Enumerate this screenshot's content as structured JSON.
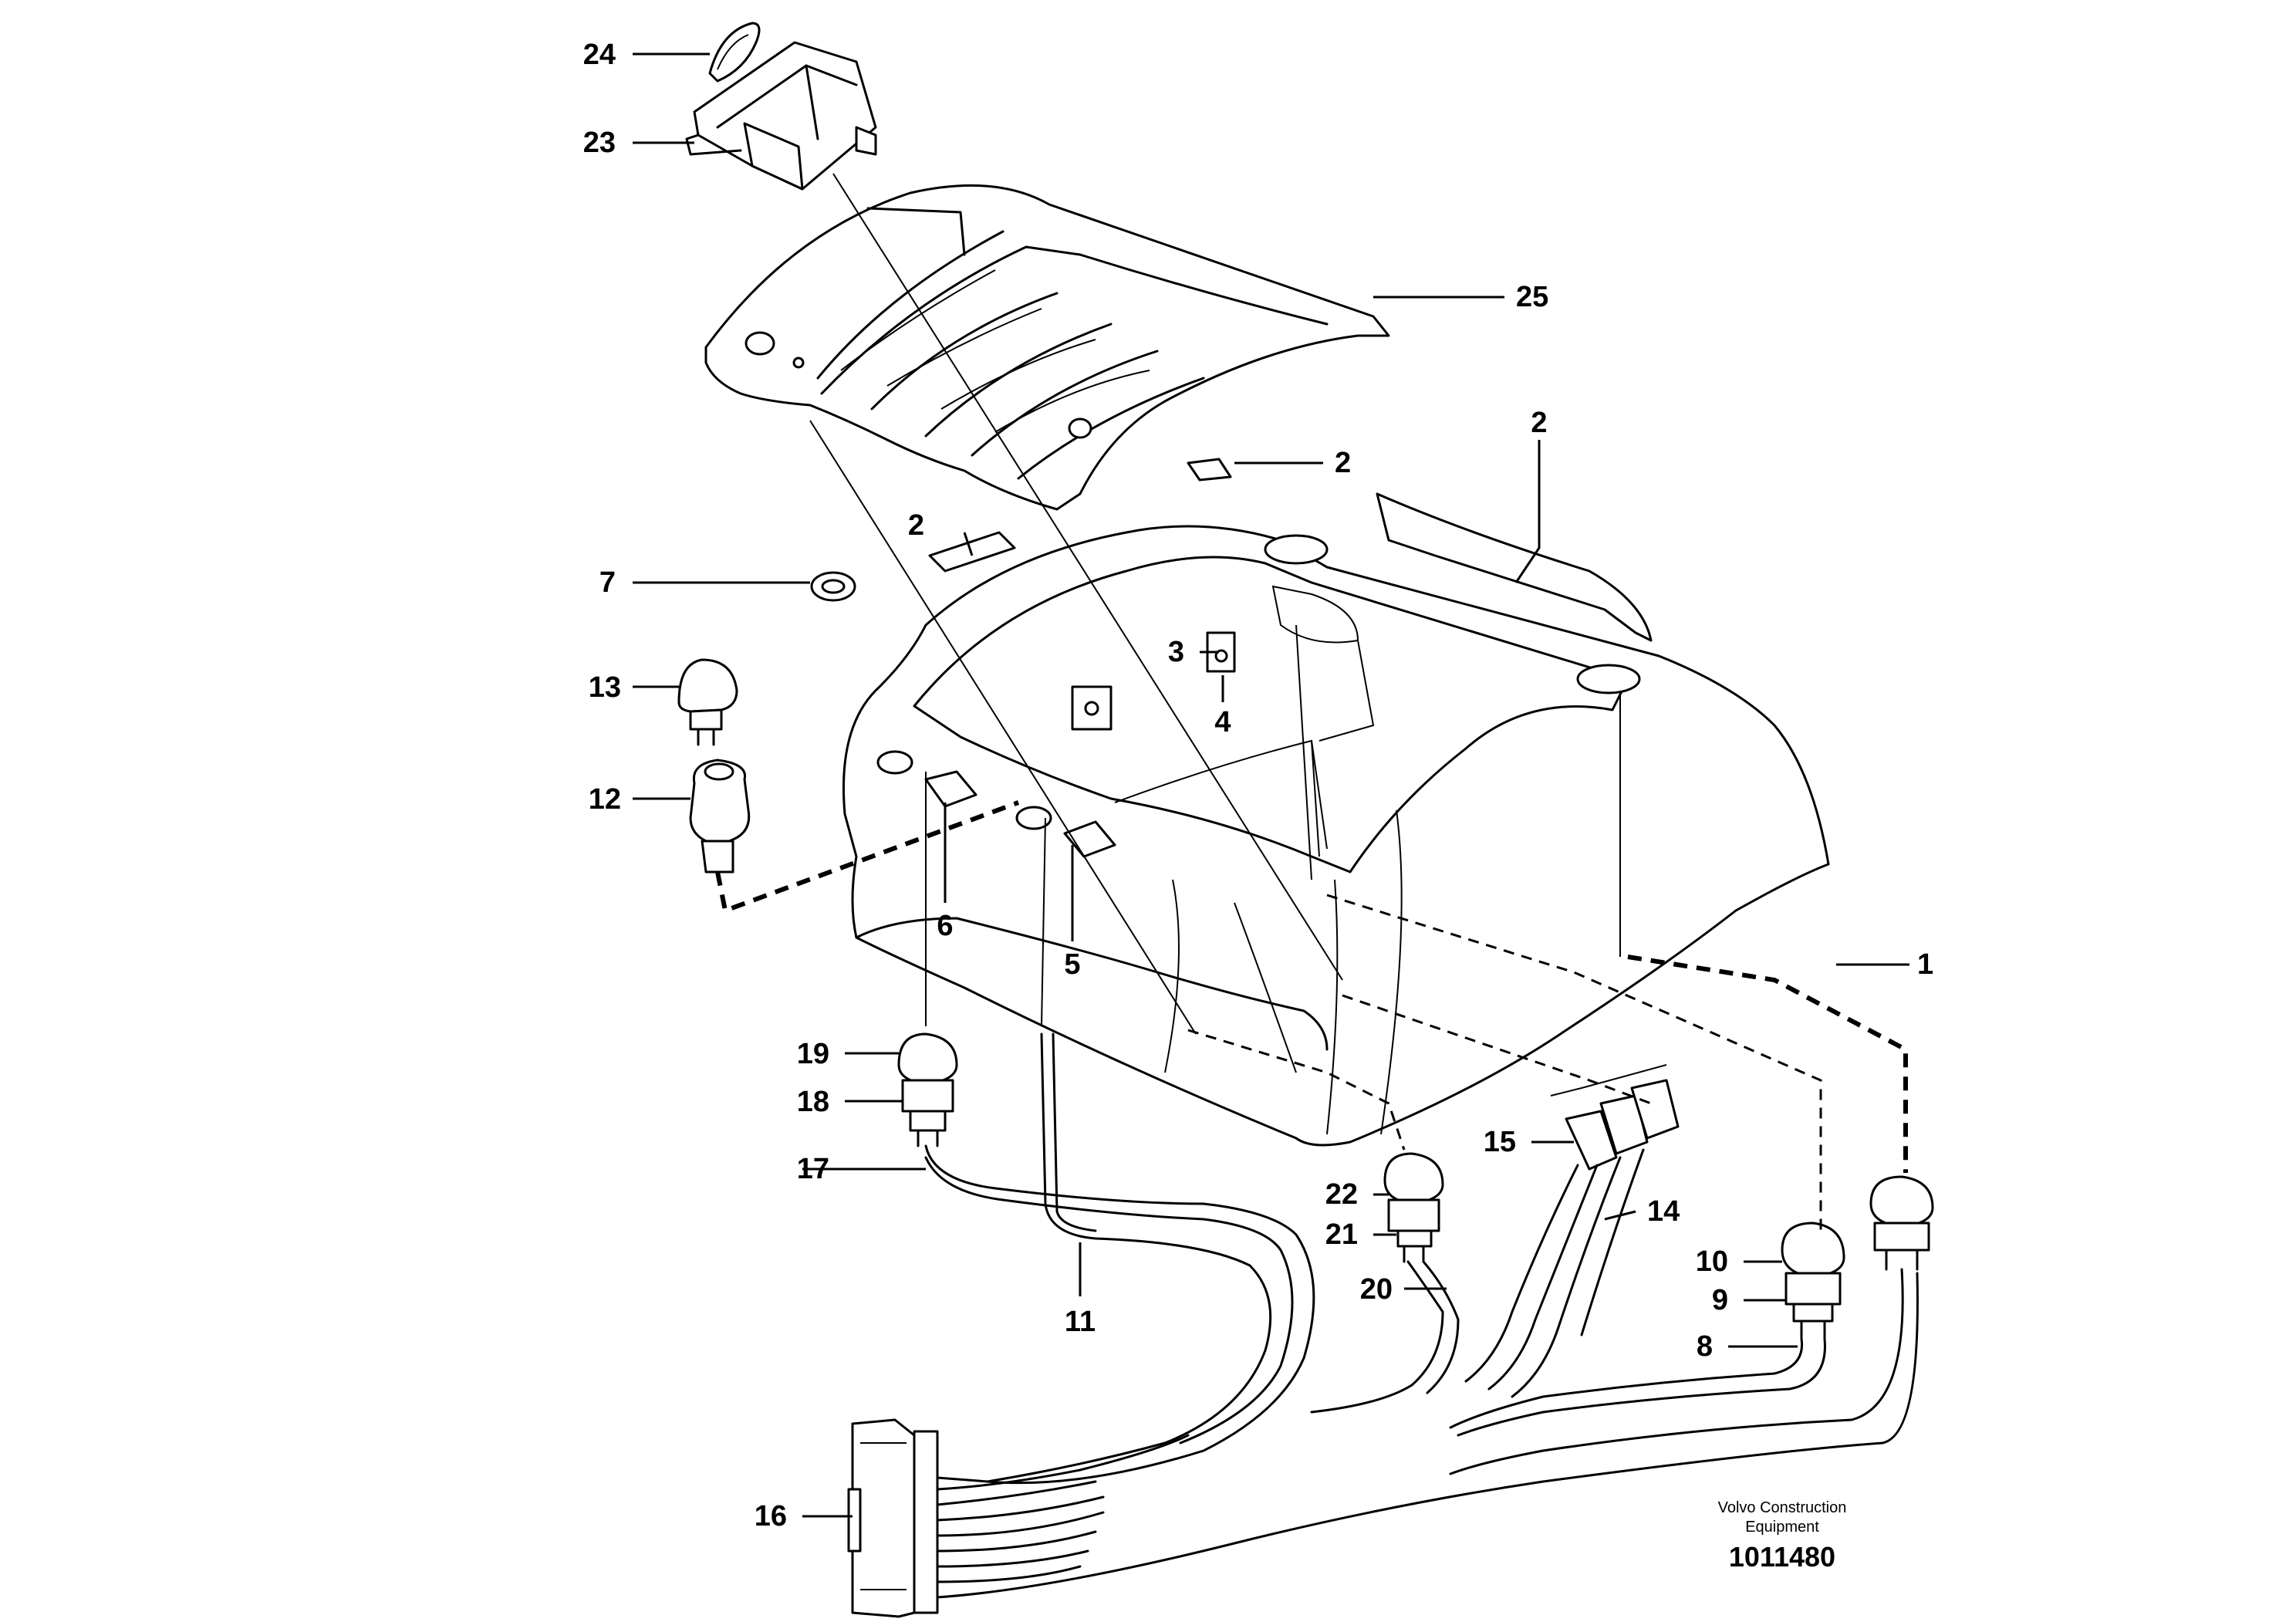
{
  "diagram": {
    "part_labels": {
      "p1": "1",
      "p2a": "2",
      "p2b": "2",
      "p2c": "2",
      "p3": "3",
      "p4": "4",
      "p5": "5",
      "p6": "6",
      "p7": "7",
      "p8": "8",
      "p9": "9",
      "p10": "10",
      "p11": "11",
      "p12": "12",
      "p13": "13",
      "p14": "14",
      "p15": "15",
      "p16": "16",
      "p17": "17",
      "p18": "18",
      "p19": "19",
      "p20": "20",
      "p21": "21",
      "p22": "22",
      "p23": "23",
      "p24": "24",
      "p25": "25"
    },
    "caption_line1": "Volvo Construction",
    "caption_line2": "Equipment",
    "document_number": "1011480"
  }
}
